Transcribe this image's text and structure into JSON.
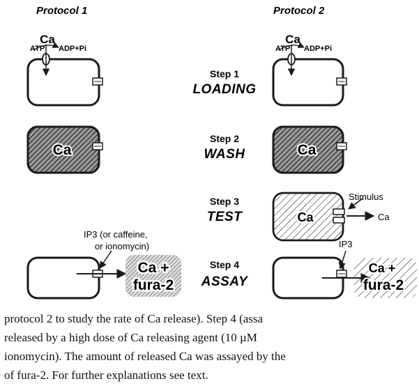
{
  "protocols": {
    "left": "Protocol 1",
    "right": "Protocol 2"
  },
  "pump": {
    "atp": "ATP",
    "ca": "Ca",
    "adp": "ADP+Pi"
  },
  "steps": [
    {
      "number": "Step 1",
      "name": "LOADING"
    },
    {
      "number": "Step 2",
      "name": "WASH"
    },
    {
      "number": "Step 3",
      "name": "TEST"
    },
    {
      "number": "Step 4",
      "name": "ASSAY"
    }
  ],
  "cells": {
    "wash_ca": "Ca",
    "test_ca": "Ca",
    "stimulus": "Stimulus",
    "released_ca": "Ca",
    "assay_ca": "Ca +",
    "assay_fura": "fura-2",
    "ip3_p1_line1": "IP3 (or caffeine,",
    "ip3_p1_line2": "or ionomycin)",
    "ip3_p2": "IP3"
  },
  "caption": [
    "protocol 2 to study the rate of Ca release). Step 4 (assa",
    "released by a high dose of Ca releasing agent (10 µM",
    "ionomycin). The amount of released Ca was assayed by the",
    "of fura-2. For further explanations see text."
  ],
  "colors": {
    "ink": "#1a1a1a",
    "background": "#ffffff"
  }
}
